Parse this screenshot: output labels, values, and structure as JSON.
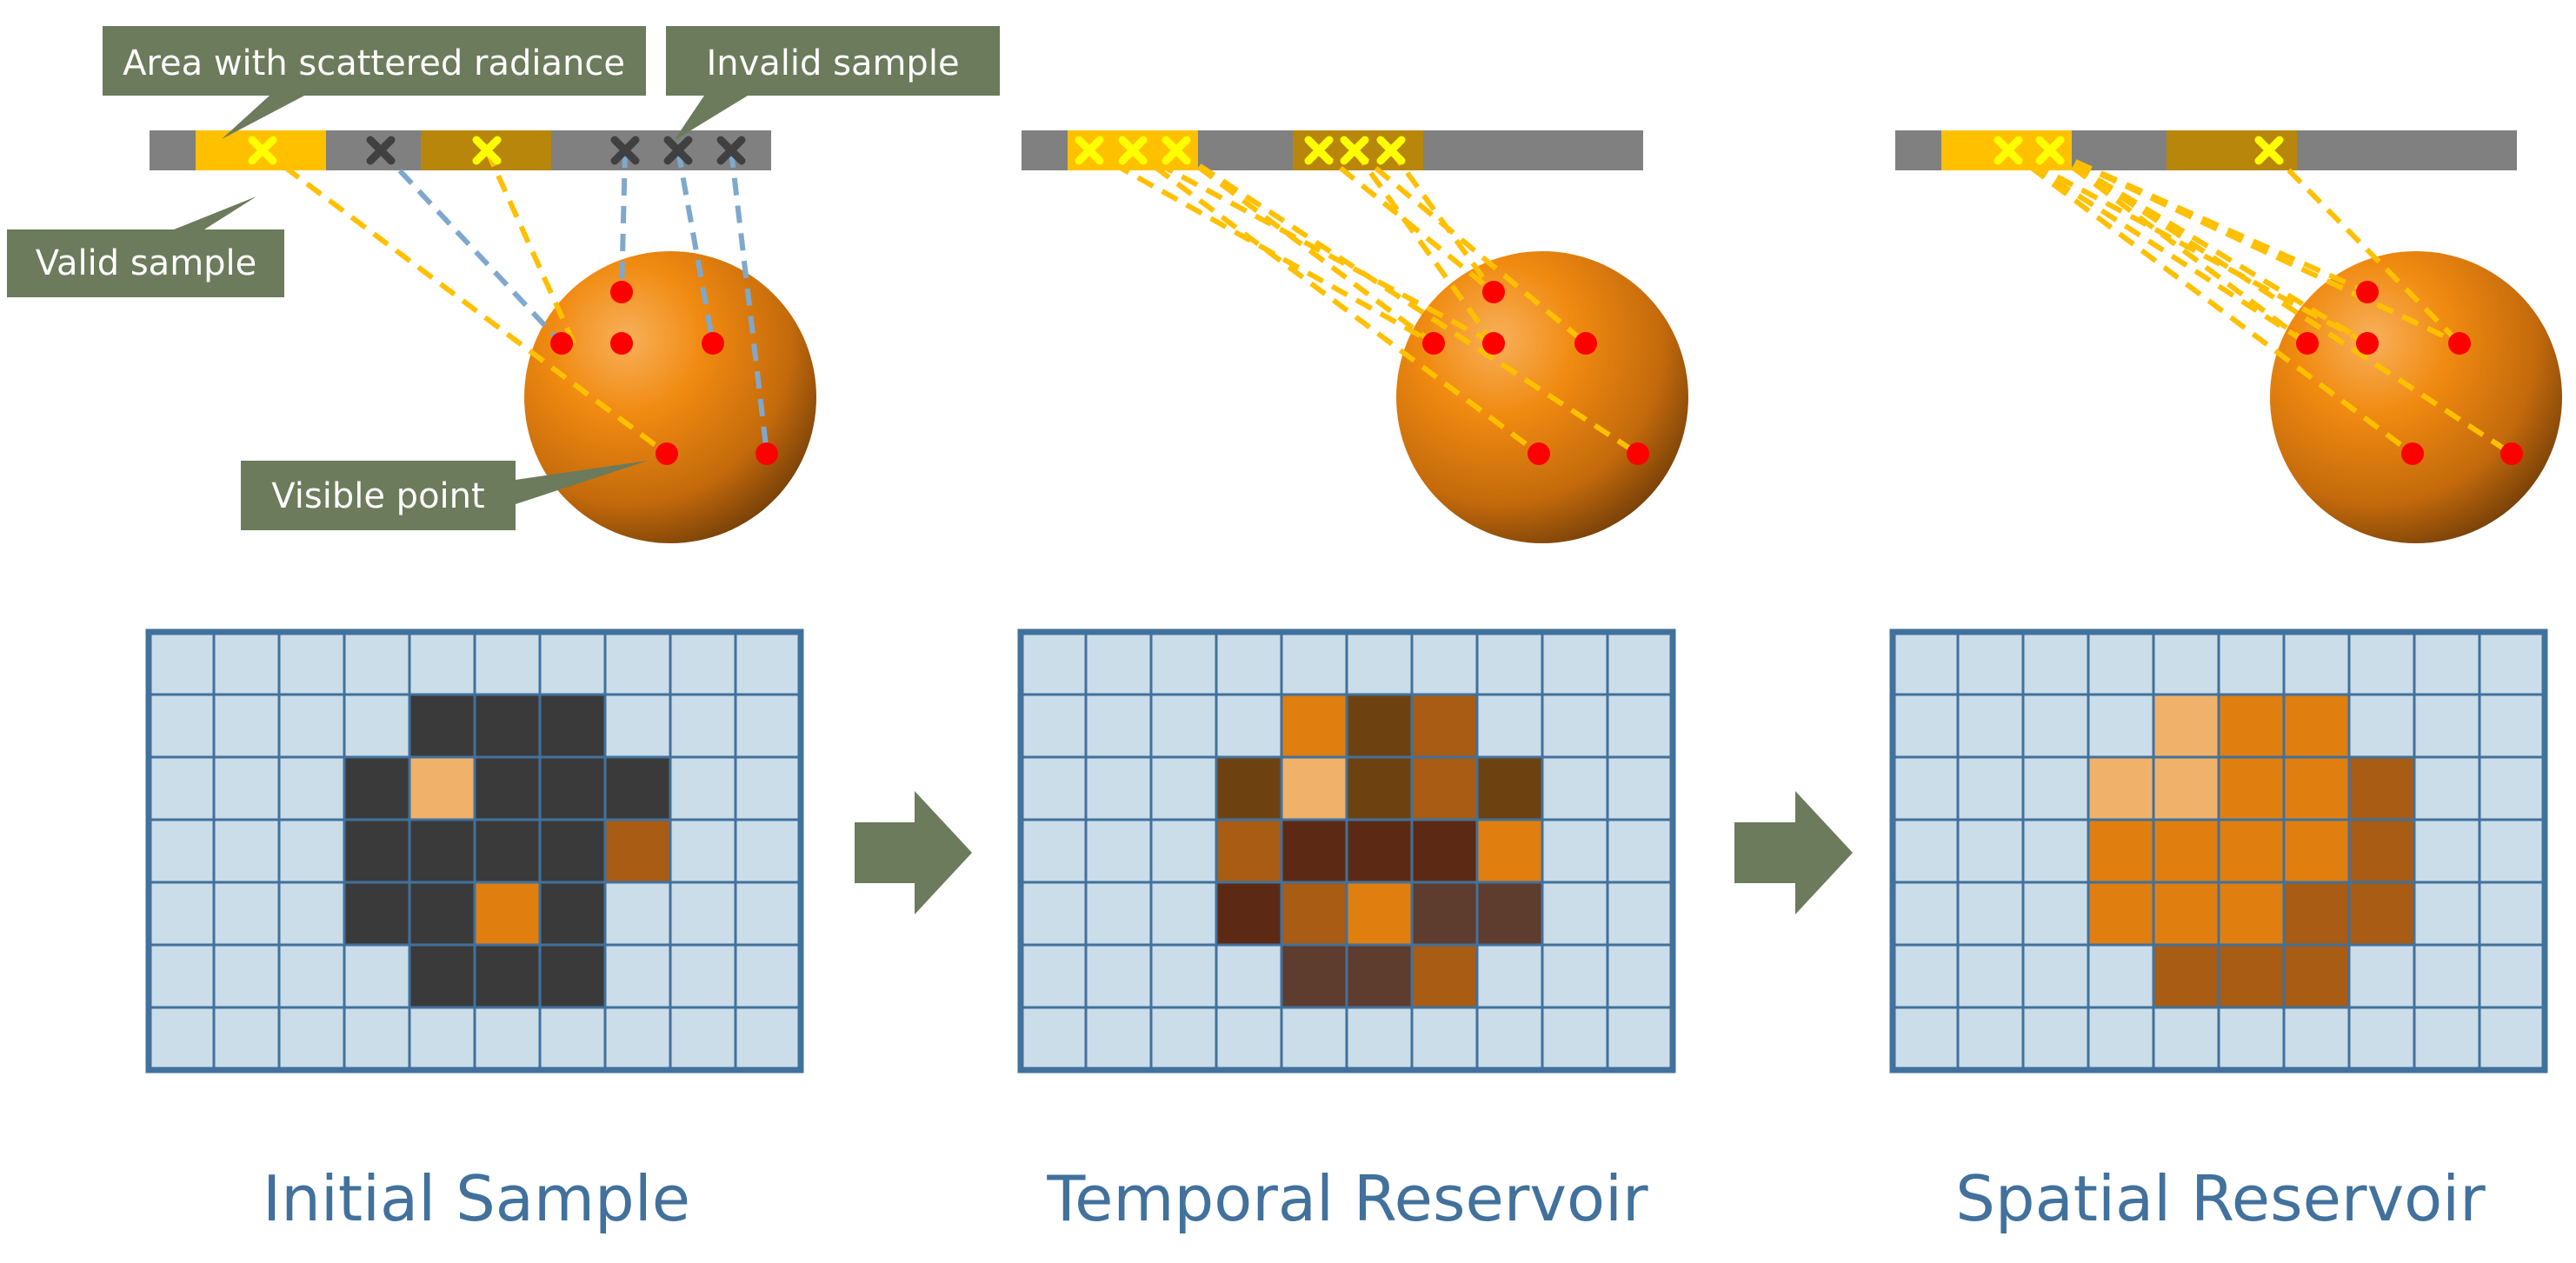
{
  "callouts": {
    "scattered": "Area with scattered radiance",
    "invalid": "Invalid sample",
    "valid": "Valid sample",
    "visible": "Visible point"
  },
  "panels": [
    {
      "title": "Initial Sample"
    },
    {
      "title": "Temporal Reservoir"
    },
    {
      "title": "Spatial Reservoir"
    }
  ],
  "colors": {
    "callout_bg": "#6b7b5b",
    "bar_gray": "#808080",
    "bright_area": "#ffc000",
    "dim_area": "#b8860b",
    "valid_mark": "#ffff00",
    "invalid_mark": "#404040",
    "valid_line": "#ffc000",
    "invalid_line": "#7fa8cc",
    "point": "#ff0000",
    "grid_border": "#41719c",
    "grid_bg": "#cadde9",
    "arrow": "#6b7b5b"
  },
  "grids": [
    [
      "..........",
      "....DDD...",
      "...DLDDD..",
      "...DDDDM..",
      "...DDOD...",
      "....DDD...",
      ".........."
    ],
    [
      "..........",
      "....OBM...",
      "...BLBMB..",
      "...MRRRO..",
      "...RMOSS..",
      "....SSM...",
      ".........."
    ],
    [
      "..........",
      "....LOO...",
      "...LLOOM..",
      "...OOOOM..",
      "...OOOMM..",
      "....MMM...",
      ".........."
    ]
  ],
  "cell_colors": {
    ".": "#cadde9",
    "D": "#3a3a3a",
    "L": "#f0b26a",
    "O": "#e07f10",
    "M": "#a85c14",
    "B": "#6e4210",
    "R": "#5c2a14",
    "S": "#5e3c2e"
  }
}
